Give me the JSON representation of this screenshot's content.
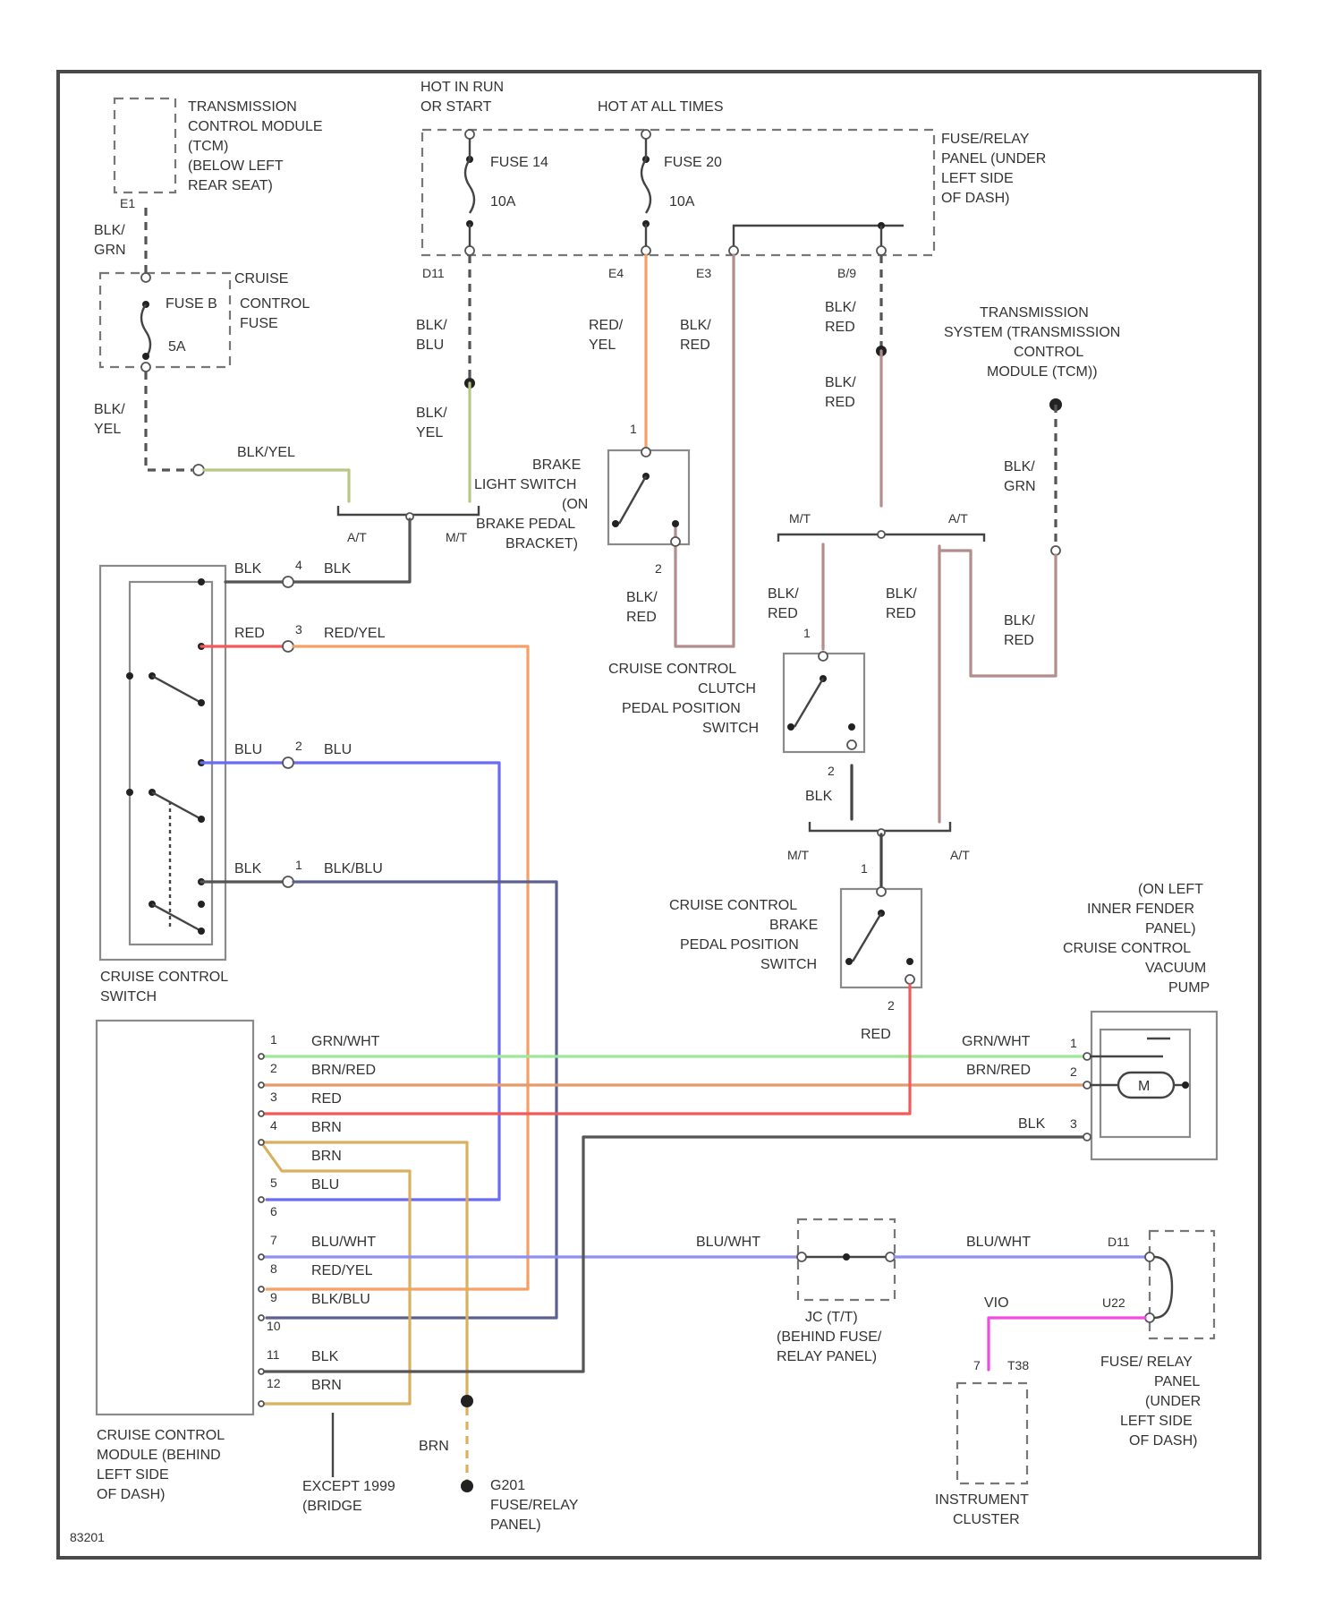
{
  "colors": {
    "BLK": "#555555",
    "RED": "#f25a5a",
    "RED_YEL": "#f5a068",
    "BLU": "#6b6bef",
    "BLU_WHT": "#8f8ff0",
    "BLK_BLU": "#5c6090",
    "GRN_WHT": "#9ee89a",
    "BRN_RED": "#e59a72",
    "BRN": "#d8b060",
    "BLK_RED": "#b58c8c",
    "BLK_YEL": "#b8c884",
    "VIO": "#f04ce0"
  },
  "labels": {
    "tcm_1": "TRANSMISSION",
    "tcm_2": "CONTROL MODULE",
    "tcm_3": "(TCM)",
    "tcm_4": "(BELOW LEFT",
    "tcm_5": "REAR SEAT)",
    "hot_run_1": "HOT IN RUN",
    "hot_run_2": "OR START",
    "hot_all": "HOT AT ALL TIMES",
    "fuse14": "FUSE 14",
    "fuse14_amp": "10A",
    "fuse20": "FUSE 20",
    "fuse20_amp": "10A",
    "frp_1": "FUSE/RELAY",
    "frp_2": "PANEL (UNDER",
    "frp_3": "LEFT SIDE",
    "frp_4": "OF DASH)",
    "tcm_pin": "E1",
    "w_blk_grn_a": "BLK/",
    "w_blk_grn_b": "GRN",
    "cruise_fuse_1": "CRUISE",
    "cruise_fuse_2": "FUSE B",
    "cruise_fuse_3": "CONTROL",
    "cruise_fuse_4": "FUSE",
    "cruise_fuse_amp": "5A",
    "w_blk_yel_a": "BLK/",
    "w_blk_yel_b": "YEL",
    "w_blk_yel_h": "BLK/YEL",
    "pin_d11": "D11",
    "pin_e4": "E4",
    "pin_e3": "E3",
    "pin_b9": "B/9",
    "w_blk_blu_a": "BLK/",
    "w_blk_blu_b": "BLU",
    "w_red_yel_a": "RED/",
    "w_red_yel_b": "YEL",
    "w_blk_red_a": "BLK/",
    "w_blk_red_b": "RED",
    "w_blk_yel2_a": "BLK/",
    "w_blk_yel2_b": "YEL",
    "w_blk_red2_a": "BLK/",
    "w_blk_red2_b": "RED",
    "w_blk_red3_a": "BLK/",
    "w_blk_red3_b": "RED",
    "tss_1": "TRANSMISSION",
    "tss_2": "SYSTEM (TRANSMISSION",
    "tss_3": "CONTROL",
    "tss_4": "MODULE (TCM))",
    "bls_1": "BRAKE",
    "bls_2": "LIGHT SWITCH",
    "bls_3": "(ON",
    "bls_4": "BRAKE PEDAL",
    "bls_5": "BRACKET)",
    "bls_pin1": "1",
    "bls_pin2": "2",
    "at_1": "A/T",
    "mt_1": "M/T",
    "mt_2": "M/T",
    "at_2": "A/T",
    "mt_3": "M/T",
    "at_3": "A/T",
    "w_blk_grn2_a": "BLK/",
    "w_blk_grn2_b": "GRN",
    "ccs_blk_l": "BLK",
    "ccs_pin_4": "4",
    "ccs_blk_r": "BLK",
    "ccs_red_l": "RED",
    "ccs_pin_3": "3",
    "ccs_redyel_r": "RED/YEL",
    "ccs_blu_l": "BLU",
    "ccs_pin_2": "2",
    "ccs_blu_r": "BLU",
    "ccs_blk2_l": "BLK",
    "ccs_pin_1": "1",
    "ccs_blkblu_r": "BLK/BLU",
    "ccs_1": "CRUISE CONTROL",
    "ccs_2": "SWITCH",
    "w_blk_red4_a": "BLK/",
    "w_blk_red4_b": "RED",
    "w_blk_red5_a": "BLK/",
    "w_blk_red5_b": "RED",
    "w_blk_red6_a": "BLK/",
    "w_blk_red6_b": "RED",
    "w_blk_red7_a": "BLK/",
    "w_blk_red7_b": "RED",
    "w_blk_red8_a": "BLK/",
    "w_blk_red8_b": "RED",
    "clutch_1": "CRUISE CONTROL",
    "clutch_2": "CLUTCH",
    "clutch_3": "PEDAL POSITION",
    "clutch_4": "SWITCH",
    "clutch_pin1": "1",
    "clutch_pin2": "2",
    "w_blk_clutch": "BLK",
    "bpp_1": "CRUISE CONTROL",
    "bpp_2": "BRAKE",
    "bpp_3": "PEDAL POSITION",
    "bpp_4": "SWITCH",
    "bpp_pin1": "1",
    "bpp_pin2": "2",
    "w_red_bpp": "RED",
    "pump_1": "(ON LEFT",
    "pump_2": "INNER FENDER",
    "pump_3": "PANEL)",
    "pump_4": "CRUISE CONTROL",
    "pump_5": "VACUUM",
    "pump_6": "PUMP",
    "pump_m": "M",
    "pump_pin1": "1",
    "pump_pin2": "2",
    "pump_pin3": "3",
    "pump_w1": "GRN/WHT",
    "pump_w2": "BRN/RED",
    "pump_w3": "BLK",
    "mod_p1": "1",
    "mod_w1": "GRN/WHT",
    "mod_p2": "2",
    "mod_w2": "BRN/RED",
    "mod_p3": "3",
    "mod_w3": "RED",
    "mod_p4": "4",
    "mod_w4": "BRN",
    "mod_w4b": "BRN",
    "mod_p5": "5",
    "mod_w5": "BLU",
    "mod_p6": "6",
    "mod_p7": "7",
    "mod_w7": "BLU/WHT",
    "mod_p8": "8",
    "mod_w8": "RED/YEL",
    "mod_p9": "9",
    "mod_w9": "BLK/BLU",
    "mod_p10": "10",
    "mod_p11": "11",
    "mod_w11": "BLK",
    "mod_p12": "12",
    "mod_w12": "BRN",
    "ccm_1": "CRUISE CONTROL",
    "ccm_2": "MODULE (BEHIND",
    "ccm_3": "LEFT SIDE",
    "ccm_4": "OF DASH)",
    "jc_w_l": "BLU/WHT",
    "jc_w_r": "BLU/WHT",
    "jc_1": "JC (T/T)",
    "jc_2": "(BEHIND FUSE/",
    "jc_3": "RELAY PANEL)",
    "frp2_pin_a": "D11",
    "frp2_pin_b": "U22",
    "frp2_vio": "VIO",
    "frp2_1": "FUSE/ RELAY",
    "frp2_2": "PANEL",
    "frp2_3": "(UNDER",
    "frp2_4": "LEFT SIDE",
    "frp2_5": "OF DASH)",
    "ic_pin_a": "7",
    "ic_pin_b": "T38",
    "ic_1": "INSTRUMENT",
    "ic_2": "CLUSTER",
    "except_1": "EXCEPT 1999",
    "except_2": "(BRIDGE",
    "w_brn": "BRN",
    "g201_1": "G201",
    "g201_2": "FUSE/RELAY",
    "g201_3": "PANEL)",
    "fig_id": "83201"
  }
}
